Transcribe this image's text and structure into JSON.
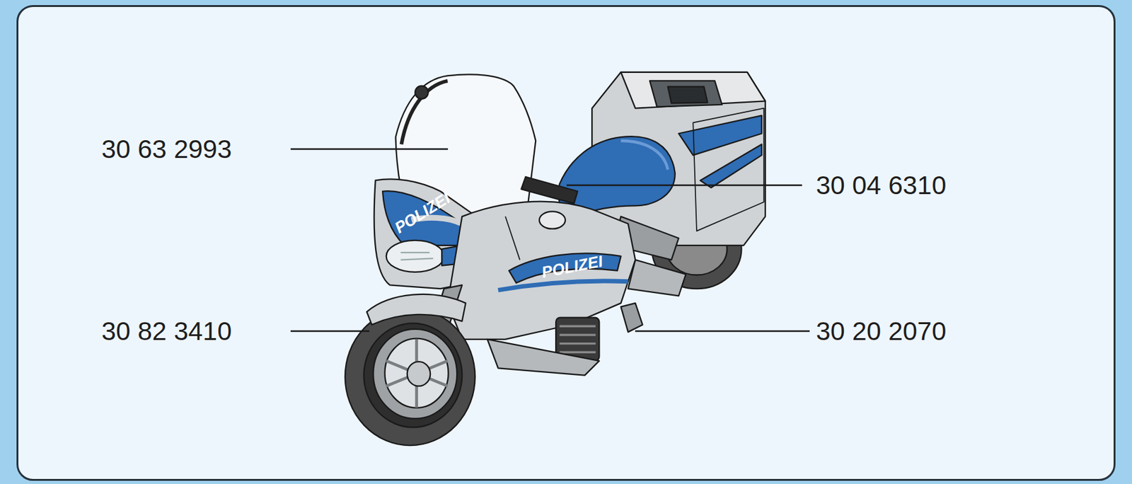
{
  "diagram": {
    "labels": [
      "30 63 2993",
      "30 04 6310",
      "30 82 3410",
      "30 20 2070",
      "POLIZEI",
      "POLIZEI"
    ]
  }
}
